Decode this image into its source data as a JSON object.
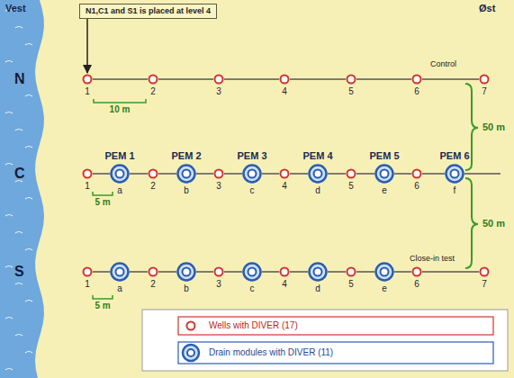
{
  "diagram": {
    "nodes": [
      {
        "text": [
          "N1,C1 and S1 is placed at level 4"
        ]
      },
      {
        "text": [
          "1"
        ]
      },
      {
        "text": [
          "2"
        ]
      },
      {
        "text": [
          "3"
        ]
      },
      {
        "text": [
          "4"
        ]
      },
      {
        "text": [
          "5"
        ]
      },
      {
        "text": [
          "6"
        ]
      },
      {
        "text": [
          "7"
        ]
      },
      {
        "text": [
          "1"
        ]
      },
      {
        "text": [
          "PEM 1",
          "a"
        ]
      },
      {
        "text": [
          "2"
        ]
      },
      {
        "text": [
          "PEM 2",
          "b"
        ]
      },
      {
        "text": [
          "3"
        ]
      },
      {
        "text": [
          "PEM 3",
          "c"
        ]
      },
      {
        "text": [
          "4"
        ]
      },
      {
        "text": [
          "PEM 4",
          "d"
        ]
      },
      {
        "text": [
          "5"
        ]
      },
      {
        "text": [
          "PEM 5",
          "e"
        ]
      },
      {
        "text": [
          "6"
        ]
      },
      {
        "text": [
          "PEM 6",
          "f"
        ]
      },
      {
        "text": [
          "1"
        ]
      },
      {
        "text": [
          "a"
        ]
      },
      {
        "text": [
          "2"
        ]
      },
      {
        "text": [
          "b"
        ]
      },
      {
        "text": [
          "3"
        ]
      },
      {
        "text": [
          "c"
        ]
      },
      {
        "text": [
          "4"
        ]
      },
      {
        "text": [
          "d"
        ]
      },
      {
        "text": [
          "5"
        ]
      },
      {
        "text": [
          "e"
        ]
      },
      {
        "text": [
          "6"
        ]
      },
      {
        "text": [
          "7"
        ]
      }
    ],
    "edges": [
      {
        "from": 0,
        "to": 1,
        "arrow": "to"
      },
      {
        "from": 1,
        "to": 2,
        "arrow": "none"
      },
      {
        "from": 2,
        "to": 3,
        "arrow": "none"
      },
      {
        "from": 3,
        "to": 4,
        "arrow": "none"
      },
      {
        "from": 4,
        "to": 5,
        "arrow": "none"
      },
      {
        "from": 5,
        "to": 6,
        "arrow": "none"
      },
      {
        "from": 6,
        "to": 7,
        "arrow": "none"
      },
      {
        "from": 8,
        "to": 9,
        "arrow": "none"
      },
      {
        "from": 9,
        "to": 10,
        "arrow": "none"
      },
      {
        "from": 10,
        "to": 11,
        "arrow": "none"
      },
      {
        "from": 11,
        "to": 12,
        "arrow": "none"
      },
      {
        "from": 12,
        "to": 13,
        "arrow": "none"
      },
      {
        "from": 13,
        "to": 14,
        "arrow": "none"
      },
      {
        "from": 14,
        "to": 15,
        "arrow": "none"
      },
      {
        "from": 15,
        "to": 16,
        "arrow": "none"
      },
      {
        "from": 16,
        "to": 17,
        "arrow": "none"
      },
      {
        "from": 17,
        "to": 18,
        "arrow": "none"
      },
      {
        "from": 18,
        "to": 19,
        "arrow": "none"
      },
      {
        "from": 20,
        "to": 21,
        "arrow": "none"
      },
      {
        "from": 21,
        "to": 22,
        "arrow": "none"
      },
      {
        "from": 22,
        "to": 23,
        "arrow": "none"
      },
      {
        "from": 23,
        "to": 24,
        "arrow": "none"
      },
      {
        "from": 24,
        "to": 25,
        "arrow": "none"
      },
      {
        "from": 25,
        "to": 26,
        "arrow": "none"
      },
      {
        "from": 26,
        "to": 27,
        "arrow": "none"
      },
      {
        "from": 27,
        "to": 28,
        "arrow": "none"
      },
      {
        "from": 28,
        "to": 29,
        "arrow": "none"
      },
      {
        "from": 29,
        "to": 30,
        "arrow": "none"
      },
      {
        "from": 30,
        "to": 31,
        "arrow": "none"
      }
    ],
    "labels": [
      "Vest",
      "Øst",
      "N",
      "Control",
      "10 m",
      "C",
      "50 m",
      "5 m",
      "50 m",
      "S",
      "Close-in test",
      "5 m"
    ],
    "legend": [
      {
        "text": "Wells with DIVER (17)"
      },
      {
        "text": "Drain modules with DIVER (11)"
      }
    ]
  }
}
